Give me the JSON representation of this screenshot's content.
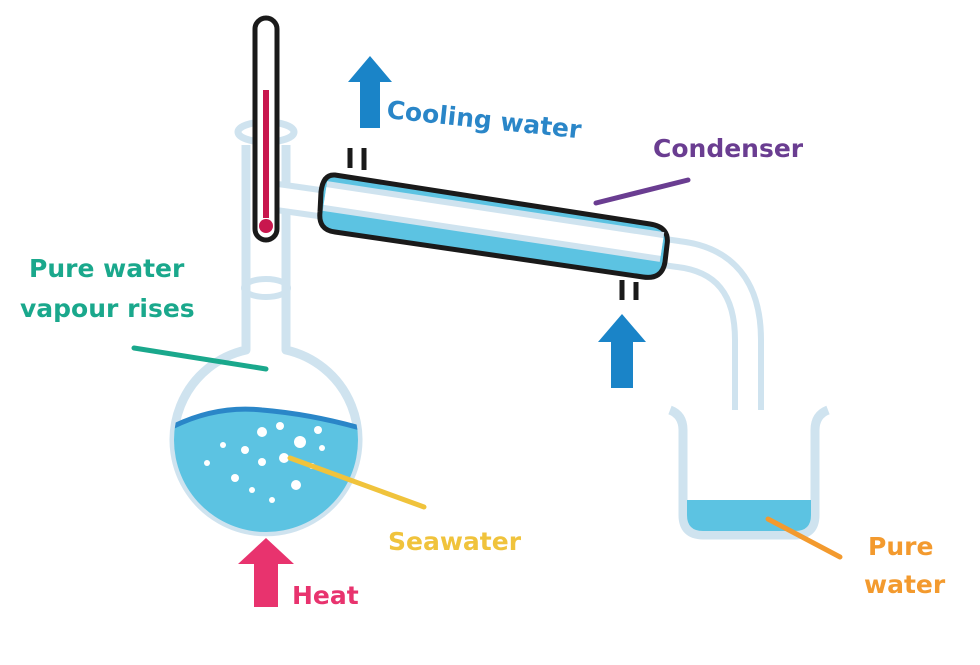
{
  "labels": {
    "cooling_water": "Cooling water",
    "condenser": "Condenser",
    "vapour_line1": "Pure water",
    "vapour_line2": "vapour rises",
    "seawater": "Seawater",
    "heat": "Heat",
    "pure_water_line1": "Pure",
    "pure_water_line2": "water"
  },
  "colors": {
    "glass": "#cfe3ef",
    "glass_edge": "#b9d3e4",
    "water": "#5cc3e2",
    "water_surface": "#2a86c8",
    "condenser_jacket": "#1a1a1a",
    "cooling_arrow": "#1a84c8",
    "heat_arrow": "#e8336e",
    "cooling_label": "#2a86c8",
    "condenser_label": "#6a3d91",
    "vapour_label": "#1aa88c",
    "seawater_label": "#f0c33c",
    "pure_water_label": "#f39a2e",
    "thermometer_red": "#c8174e"
  },
  "icons": [
    "up-arrow-icon",
    "thermometer-icon"
  ]
}
